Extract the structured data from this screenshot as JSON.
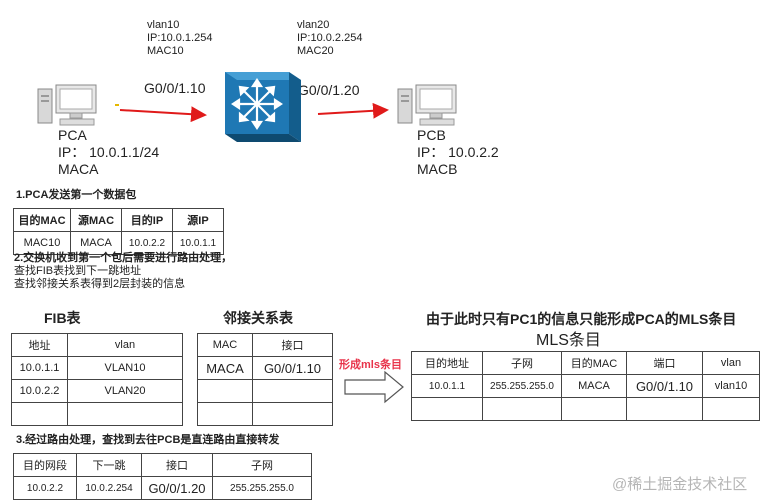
{
  "topology": {
    "vlan10_info": [
      "vlan10",
      "IP:10.0.1.254",
      "MAC10"
    ],
    "vlan20_info": [
      "vlan20",
      "IP:10.0.2.254",
      "MAC20"
    ],
    "left_port": "G0/0/1.10",
    "right_port": "G0/0/1.20",
    "pca": [
      "PCA",
      "IP：  10.0.1.1/24",
      "MACA"
    ],
    "pcb": [
      "PCB",
      "IP：  10.0.2.2",
      "MACB"
    ]
  },
  "step1": {
    "title": "1.PCA发送第一个数据包",
    "headers": [
      "目的MAC",
      "源MAC",
      "目的IP",
      "源IP"
    ],
    "row": [
      "MAC10",
      "MACA",
      "10.0.2.2",
      "10.0.1.1"
    ]
  },
  "step2": {
    "lines": [
      "2.交换机收到第一个包后需要进行路由处理，",
      "查找FIB表找到下一跳地址",
      "查找邻接关系表得到2层封装的信息"
    ]
  },
  "fib": {
    "title": "FIB表",
    "headers": [
      "地址",
      "vlan"
    ],
    "rows": [
      [
        "10.0.1.1",
        "VLAN10"
      ],
      [
        "10.0.2.2",
        "VLAN20"
      ],
      [
        "",
        ""
      ]
    ]
  },
  "adjacency": {
    "title": "邻接关系表",
    "headers": [
      "MAC",
      "接口"
    ],
    "rows": [
      [
        "MACA",
        "G0/0/1.10"
      ],
      [
        "",
        ""
      ],
      [
        "",
        ""
      ]
    ]
  },
  "arrow_label": "形成mls条目",
  "mls": {
    "heading": "由于此时只有PC1的信息只能形成PCA的MLS条目",
    "subheading": "MLS条目",
    "headers": [
      "目的地址",
      "子网",
      "目的MAC",
      "端口",
      "vlan"
    ],
    "rows": [
      [
        "10.0.1.1",
        "255.255.255.0",
        "MACA",
        "G0/0/1.10",
        "vlan10"
      ],
      [
        "",
        "",
        "",
        "",
        ""
      ]
    ]
  },
  "step3": {
    "title": "3.经过路由处理，查找到去往PCB是直连路由直接转发",
    "headers": [
      "目的网段",
      "下一跳",
      "接口",
      "子网"
    ],
    "row": [
      "10.0.2.2",
      "10.0.2.254",
      "G0/0/1.20",
      "255.255.255.0"
    ]
  },
  "watermark": "@稀土掘金技术社区",
  "colors": {
    "arrow_red": "#e01a1a",
    "switch_blue": "#1f78b4",
    "label_red": "#e8334a"
  }
}
